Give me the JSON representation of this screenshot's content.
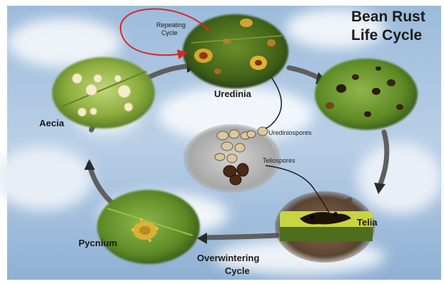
{
  "title": {
    "line1": "Bean Rust",
    "line2": "Life Cycle"
  },
  "stages": {
    "uredinia": "Uredinia",
    "aecia": "Aecia",
    "pycnium": "Pycnium",
    "telia": "Telia"
  },
  "repeating_cycle": {
    "line1": "Repeating",
    "line2": "Cycle"
  },
  "overwintering": {
    "line1": "Overwintering",
    "line2": "Cycle"
  },
  "spores": {
    "urediniospores": "Urediniospores",
    "teliospores": "Teliospores"
  },
  "colors": {
    "sky": "#8fb2d6",
    "cloud": "#eef3f8",
    "leaf": "#4c7a1e",
    "rust": "#b8741e",
    "arrow": "#6b6b6b",
    "repeat_arrow": "#d42a2a"
  }
}
